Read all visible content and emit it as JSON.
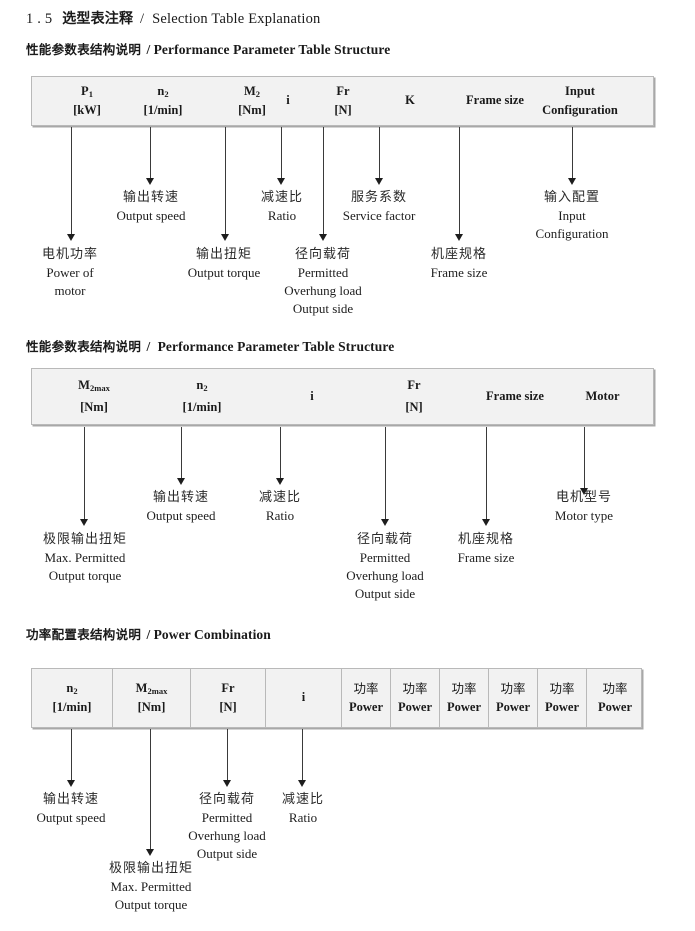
{
  "document": {
    "section_number": "1 . 5",
    "title_cn": "选型表注释",
    "title_sep": "/",
    "title_en": "Selection Table Explanation"
  },
  "sections": [
    {
      "heading_cn": "性能参数表结构说明",
      "heading_sep": "/",
      "heading_en": "Performance Parameter Table Structure",
      "table": {
        "has_column_dividers": false,
        "background": "#f2f2f2",
        "border_color": "#b9b9b9",
        "columns": [
          {
            "symbol": "P",
            "sub": "1",
            "unit": "[kW]"
          },
          {
            "symbol": "n",
            "sub": "2",
            "unit": "[1/min]"
          },
          {
            "symbol": "M",
            "sub": "2",
            "unit": "[Nm]"
          },
          {
            "symbol": "i",
            "sub": "",
            "unit": ""
          },
          {
            "symbol": "Fr",
            "sub": "",
            "unit": "[N]"
          },
          {
            "symbol": "K",
            "sub": "",
            "unit": ""
          },
          {
            "symbol": "Frame size",
            "sub": "",
            "unit": ""
          },
          {
            "symbol": "Input",
            "sub": "",
            "unit": "Configuration"
          }
        ]
      },
      "annotations": [
        {
          "cn": "电机功率",
          "en": [
            "Power of",
            "motor"
          ]
        },
        {
          "cn": "输出转速",
          "en": [
            "Output speed"
          ]
        },
        {
          "cn": "输出扭矩",
          "en": [
            "Output torque"
          ]
        },
        {
          "cn": "减速比",
          "en": [
            "Ratio"
          ]
        },
        {
          "cn": "径向载荷",
          "en": [
            "Permitted",
            "Overhung load",
            "Output side"
          ]
        },
        {
          "cn": "服务系数",
          "en": [
            "Service factor"
          ]
        },
        {
          "cn": "机座规格",
          "en": [
            "Frame size"
          ]
        },
        {
          "cn": "输入配置",
          "en": [
            "Input",
            "Configuration"
          ]
        }
      ]
    },
    {
      "heading_cn": "性能参数表结构说明",
      "heading_sep": "/",
      "heading_en": "Performance Parameter Table Structure",
      "table": {
        "has_column_dividers": false,
        "background": "#f2f2f2",
        "border_color": "#b9b9b9",
        "columns": [
          {
            "symbol": "M",
            "sub": "2max",
            "unit": "[Nm]"
          },
          {
            "symbol": "n",
            "sub": "2",
            "unit": "[1/min]"
          },
          {
            "symbol": "i",
            "sub": "",
            "unit": ""
          },
          {
            "symbol": "Fr",
            "sub": "",
            "unit": "[N]"
          },
          {
            "symbol": "Frame size",
            "sub": "",
            "unit": ""
          },
          {
            "symbol": "Motor",
            "sub": "",
            "unit": ""
          }
        ]
      },
      "annotations": [
        {
          "cn": "极限输出扭矩",
          "en": [
            "Max. Permitted",
            "Output  torque"
          ]
        },
        {
          "cn": "输出转速",
          "en": [
            "Output speed"
          ]
        },
        {
          "cn": "减速比",
          "en": [
            "Ratio"
          ]
        },
        {
          "cn": "径向载荷",
          "en": [
            "Permitted",
            "Overhung load",
            "Output side"
          ]
        },
        {
          "cn": "机座规格",
          "en": [
            "Frame size"
          ]
        },
        {
          "cn": "电机型号",
          "en": [
            "Motor type"
          ]
        }
      ]
    },
    {
      "heading_cn": "功率配置表结构说明",
      "heading_sep": "/",
      "heading_en": "Power Combination",
      "table": {
        "has_column_dividers": true,
        "background": "#f2f2f2",
        "border_color": "#b9b9b9",
        "columns": [
          {
            "symbol": "n",
            "sub": "2",
            "unit": "[1/min]"
          },
          {
            "symbol": "M",
            "sub": "2max",
            "unit": "[Nm]"
          },
          {
            "symbol": "Fr",
            "sub": "",
            "unit": "[N]"
          },
          {
            "symbol": "i",
            "sub": "",
            "unit": ""
          },
          {
            "symbol": "功率",
            "sub": "",
            "unit": "Power"
          },
          {
            "symbol": "功率",
            "sub": "",
            "unit": "Power"
          },
          {
            "symbol": "功率",
            "sub": "",
            "unit": "Power"
          },
          {
            "symbol": "功率",
            "sub": "",
            "unit": "Power"
          },
          {
            "symbol": "功率",
            "sub": "",
            "unit": "Power"
          },
          {
            "symbol": "功率",
            "sub": "",
            "unit": "Power"
          }
        ]
      },
      "annotations": [
        {
          "cn": "输出转速",
          "en": [
            "Output speed"
          ]
        },
        {
          "cn": "极限输出扭矩",
          "en": [
            "Max. Permitted",
            "Output  torque"
          ]
        },
        {
          "cn": "径向载荷",
          "en": [
            "Permitted",
            "Overhung load",
            "Output side"
          ]
        },
        {
          "cn": "减速比",
          "en": [
            "Ratio"
          ]
        }
      ]
    }
  ]
}
